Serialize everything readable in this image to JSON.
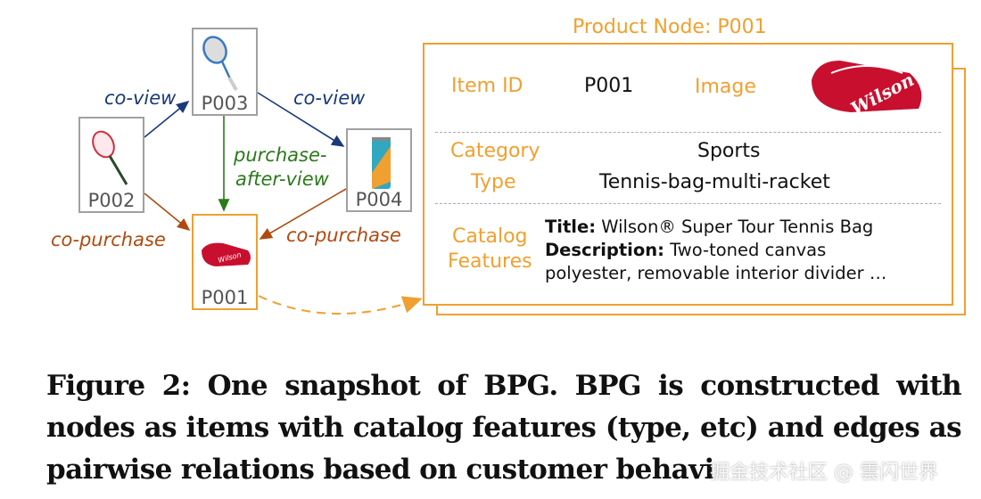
{
  "graph": {
    "nodes": [
      {
        "id": "P003",
        "icon": "tennis-racket-blue-icon"
      },
      {
        "id": "P002",
        "icon": "tennis-racket-red-icon"
      },
      {
        "id": "P004",
        "icon": "tennis-ball-can-icon"
      },
      {
        "id": "P001",
        "icon": "tennis-bag-icon",
        "highlighted": true
      }
    ],
    "edges": [
      {
        "from": "P002",
        "to": "P003",
        "label": "co-view",
        "color": "#1a3a7a"
      },
      {
        "from": "P003",
        "to": "P004",
        "label": "co-view",
        "color": "#1a3a7a"
      },
      {
        "from": "P003",
        "to": "P001",
        "label_line1": "purchase-",
        "label_line2": "after-view",
        "color": "#2a7a1a"
      },
      {
        "from": "P002",
        "to": "P001",
        "label": "co-purchase",
        "color": "#b04a10"
      },
      {
        "from": "P004",
        "to": "P001",
        "label": "co-purchase",
        "color": "#b04a10"
      }
    ]
  },
  "card": {
    "title": "Product Node: P001",
    "item_id_label": "Item ID",
    "item_id_value": "P001",
    "image_label": "Image",
    "category_label": "Category",
    "category_value": "Sports",
    "type_label": "Type",
    "type_value": "Tennis-bag-multi-racket",
    "catalog_label_1": "Catalog",
    "catalog_label_2": "Features",
    "title_key": "Title:",
    "title_value": " Wilson® Super Tour Tennis Bag",
    "description_key": "Description:",
    "description_value_1": " Two-toned  canvas",
    "description_value_2": "polyester, removable interior divider …"
  },
  "caption": {
    "line1": "Figure 2: One snapshot of BPG. BPG is constructed with",
    "line2": "nodes as items with catalog features (type, etc) and edges as",
    "line3": "pairwise relations based on customer behavi"
  },
  "watermark": "掘金技术社区 @ 雲闪世界",
  "colors": {
    "accent": "#f0a030",
    "coview": "#1a3a7a",
    "pav": "#2a7a1a",
    "copurchase": "#b04a10"
  }
}
